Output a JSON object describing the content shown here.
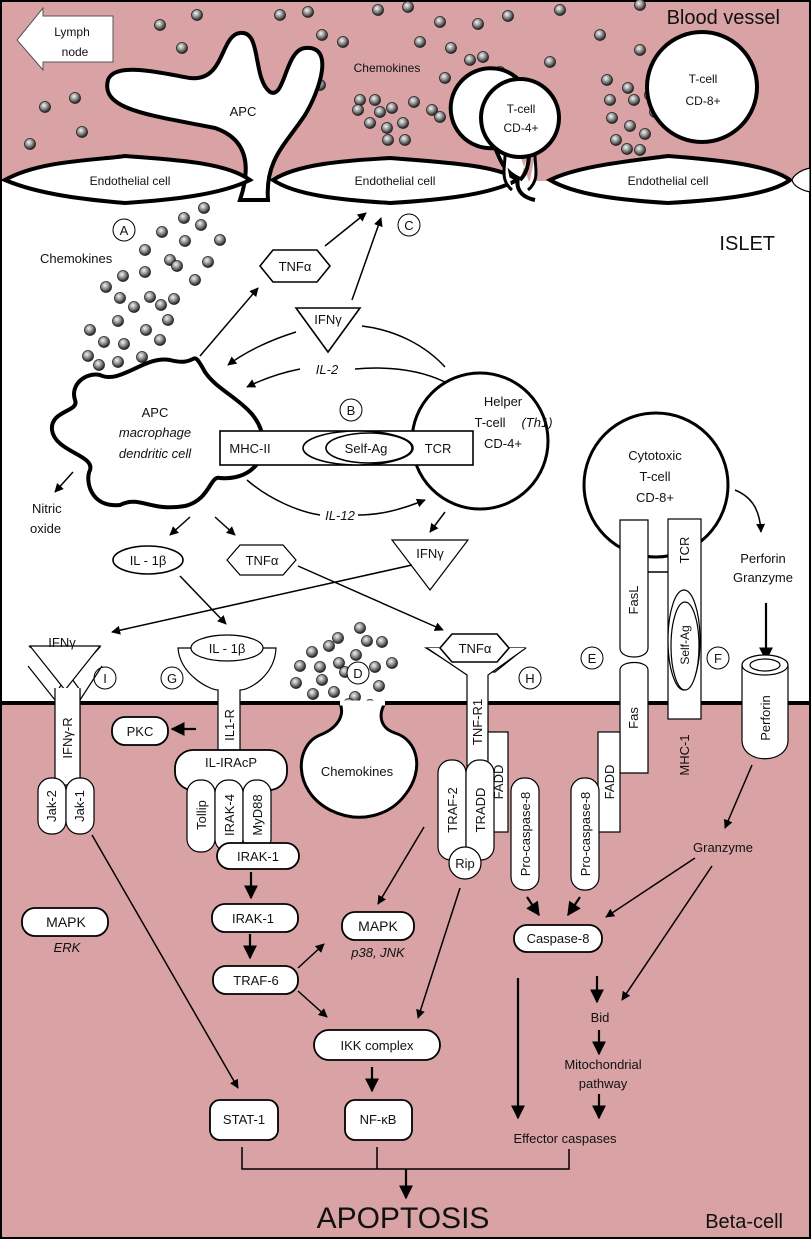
{
  "colors": {
    "vessel_fill": "#d9a3a5",
    "cell_fill": "#ffffff",
    "outline": "#000000"
  },
  "regions": {
    "blood_vessel": "Blood vessel",
    "islet": "ISLET",
    "beta_cell": "Beta-cell"
  },
  "top": {
    "lymph_node": [
      "Lymph",
      "node"
    ],
    "apc": "APC",
    "chemokines": "Chemokines",
    "tcell_cd4": [
      "T-cell",
      "CD-4+"
    ],
    "tcell_cd8": [
      "T-cell",
      "CD-8+"
    ],
    "endothelial": [
      "Endothelial cell",
      "Endothelial cell",
      "Endothelial cell"
    ]
  },
  "letters": [
    "A",
    "B",
    "C",
    "D",
    "E",
    "F",
    "G",
    "H",
    "I"
  ],
  "islet": {
    "chemokines": "Chemokines",
    "tnfa_top": "TNFα",
    "ifng_top": "IFNγ",
    "il2": "IL-2",
    "il12": "IL-12",
    "apc": [
      "APC",
      "macrophage",
      "dendritic cell"
    ],
    "mhc2": "MHC-II",
    "self_ag": "Self-Ag",
    "tcr": "TCR",
    "helper": [
      "Helper",
      "T-cell",
      "(Th1)",
      "CD-4+"
    ],
    "nitric_oxide": [
      "Nitric",
      "oxide"
    ],
    "il1b": "IL - 1β",
    "tnfa_mid": "TNFα",
    "ifng_mid": "IFNγ",
    "cytotoxic": [
      "Cytotoxic",
      "T-cell",
      "CD-8+"
    ],
    "perforin_granzyme": [
      "Perforin",
      "Granzyme"
    ],
    "fasl": "FasL",
    "tcr_vertical": "TCR",
    "self_ag_vertical": "Self-Ag"
  },
  "receptors": {
    "ifng_ligand": "IFNγ",
    "ifng_r": "IFNγ-R",
    "jak2": "Jak-2",
    "jak1": "Jak-1",
    "il1b_ligand": "IL - 1β",
    "il1r": "IL1-R",
    "il_iracp": "IL-IRAcP",
    "tollip": "Tollip",
    "irak4": "IRAK-4",
    "myd88": "MyD88",
    "irak1_a": "IRAK-1",
    "pkc": "PKC",
    "tnfa_ligand": "TNFα",
    "tnf_r1": "TNF-R1",
    "traf2": "TRAF-2",
    "tradd": "TRADD",
    "fadd_tnf": "FADD",
    "rip": "Rip",
    "procasp_tnf": "Pro-caspase-8",
    "fas": "Fas",
    "fadd_fas": "FADD",
    "procasp_fas": "Pro-caspase-8",
    "mhc1": "MHC-1",
    "perforin": "Perforin",
    "vesicle_chemokines": "Chemokines"
  },
  "pathway": {
    "irak1_b": "IRAK-1",
    "traf6": "TRAF-6",
    "mapk_left": "MAPK",
    "erk": "ERK",
    "mapk_mid": "MAPK",
    "p38_jnk": "p38, JNK",
    "ikk": "IKK complex",
    "stat1": "STAT-1",
    "nfkb": "NF-κB",
    "granzyme": "Granzyme",
    "caspase8": "Caspase-8",
    "bid": "Bid",
    "mito": [
      "Mitochondrial",
      "pathway"
    ],
    "effector": "Effector caspases",
    "apoptosis": "APOPTOSIS"
  }
}
